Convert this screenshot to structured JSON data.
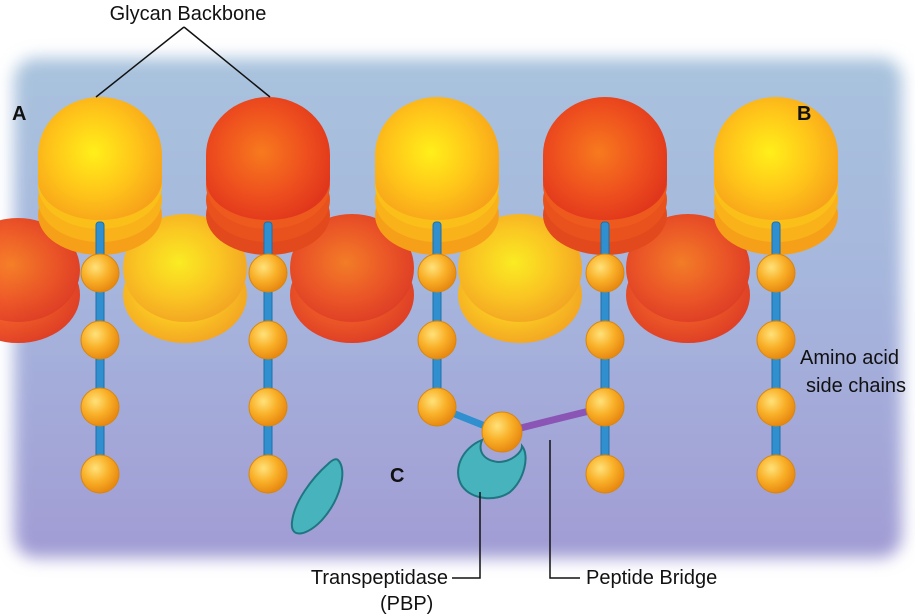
{
  "labels": {
    "title": "Glycan Backbone",
    "a": "A",
    "b": "B",
    "c": "C",
    "amino_line1": "Amino acid",
    "amino_line2": "side chains",
    "transpeptidase_line1": "Transpeptidase",
    "transpeptidase_line2": "(PBP)",
    "peptide_bridge": "Peptide Bridge"
  },
  "colors": {
    "membrane_top": "#a9c2dc",
    "membrane_bottom": "#a39fd6",
    "glycan_yellow": "#ffd21a",
    "glycan_orange": "#f05a1e",
    "side_chain_rod": "#2f8fcf",
    "amino_ball": "#f7a622",
    "transpeptidase": "#47b3bd",
    "peptide_bridge": "#8b55b5"
  }
}
